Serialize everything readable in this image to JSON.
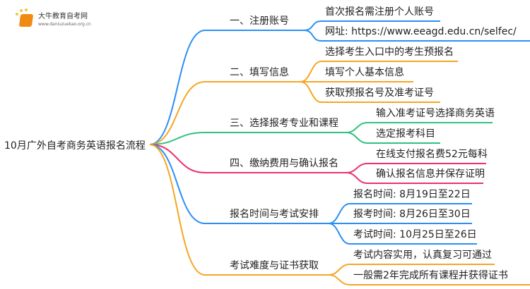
{
  "logo": {
    "name": "大牛教育自考网",
    "url": "www.daniuzuekao.org.cn"
  },
  "root": "10月广外自考商务英语报名流程",
  "colors": {
    "blue": "#2b8ff5",
    "orange": "#f5a623",
    "green": "#2ec27e",
    "pink": "#e8336f"
  },
  "branches": [
    {
      "label": "一、注册账号",
      "color": "#2b8ff5",
      "children": [
        "首次报名需注册个人账号",
        "网址: https://www.eeagd.edu.cn/selfec/"
      ]
    },
    {
      "label": "二、填写信息",
      "color": "#f5a623",
      "children": [
        "选择考生入口中的考生预报名",
        "填写个人基本信息",
        "获取预报名号及准考证号"
      ]
    },
    {
      "label": "三、选择报考专业和课程",
      "color": "#2ec27e",
      "children": [
        "输入准考证号选择商务英语",
        "选定报考科目"
      ]
    },
    {
      "label": "四、缴纳费用与确认报名",
      "color": "#e8336f",
      "children": [
        "在线支付报名费52元每科",
        "确认报名信息并保存证明"
      ]
    },
    {
      "label": "报名时间与考试安排",
      "color": "#2b8ff5",
      "children": [
        "报名时间: 8月19日至22日",
        "报考时间: 8月26日至30日",
        "考试时间: 10月25日至26日"
      ]
    },
    {
      "label": "考试难度与证书获取",
      "color": "#f5a623",
      "children": [
        "考试内容实用，认真复习可通过",
        "一般需2年完成所有课程并获得证书"
      ]
    }
  ]
}
